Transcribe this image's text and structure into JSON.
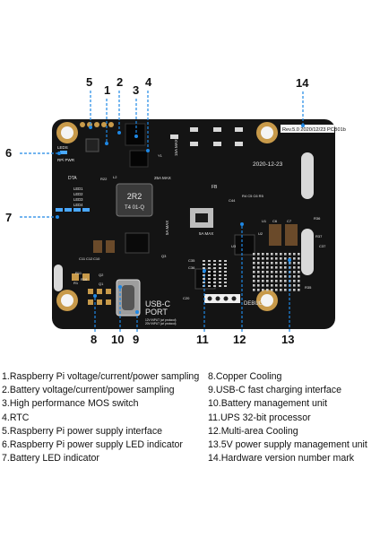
{
  "board": {
    "rev_label": "Rev.5.0 2020/12/23 PCB01b",
    "date_label": "2020-12-23",
    "inductor_label": [
      "2R2",
      "T4 01-Q"
    ],
    "usb_label": [
      "USB-C",
      "PORT"
    ],
    "usb_note": [
      "12V INPUT (w/ protocol)",
      "20V INPUT (w/ protocol)"
    ],
    "debug_label": "DEBUG",
    "silk": {
      "leds": "LEDS",
      "rpi_pwr": "RPi PWR",
      "dta": "DTA",
      "led_labels": [
        "LED1",
        "LED2",
        "LED3",
        "LED4"
      ],
      "fb": "FB",
      "max_labels": [
        "25A MAX",
        "15A MAX",
        "5A MAX",
        "5A MAX"
      ],
      "parts": [
        "R22",
        "L2",
        "R1",
        "Q1",
        "Q2",
        "Q3",
        "C35",
        "C36",
        "R36",
        "R37",
        "C37",
        "C44",
        "C7",
        "C6",
        "R35",
        "R4 C5 C6 R5",
        "Y1",
        "U3",
        "U2",
        "U1",
        "C20",
        "C11",
        "C12",
        "C10",
        "R11",
        "R16"
      ]
    }
  },
  "callouts": [
    "1",
    "2",
    "3",
    "4",
    "5",
    "6",
    "7",
    "8",
    "9",
    "10",
    "11",
    "12",
    "13",
    "14"
  ],
  "legend": {
    "left": [
      "1.Raspberry Pi voltage/current/power sampling",
      "2.Battery voltage/current/power sampling",
      "3.High performance MOS switch",
      "4.RTC",
      "5.Raspberry Pi power supply interface",
      "6.Raspberry Pi power supply LED indicator",
      "7.Battery LED indicator"
    ],
    "right": [
      "8.Copper Cooling",
      "9.USB-C fast charging interface",
      "10.Battery management unit",
      "11.UPS 32-bit processor",
      "12.Multi-area Cooling",
      "13.5V power supply management unit",
      "14.Hardware version number mark"
    ]
  },
  "colors": {
    "board": "#141414",
    "copper": "#c89a4a",
    "callout_line": "#1e88e5",
    "led": "#4aa8ff",
    "silkscreen": "#e8e8e8"
  }
}
